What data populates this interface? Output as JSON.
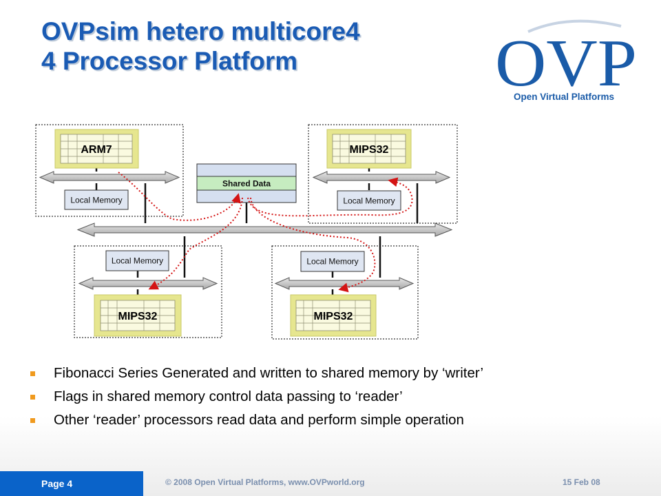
{
  "title": {
    "line1": "OVPsim hetero multicore4",
    "line2": "4 Processor Platform"
  },
  "logo": {
    "mark": "OVP",
    "subtitle": "Open Virtual Platforms"
  },
  "diagram": {
    "processors": [
      {
        "label": "ARM7",
        "memory": "Local Memory"
      },
      {
        "label": "MIPS32",
        "memory": "Local Memory"
      },
      {
        "label": "MIPS32",
        "memory": "Local Memory"
      },
      {
        "label": "MIPS32",
        "memory": "Local Memory"
      }
    ],
    "shared_data": "Shared Data"
  },
  "bullets": [
    "Fibonacci Series Generated and written to shared memory by ‘writer’",
    "Flags in shared memory control data passing to ‘reader’",
    "Other ‘reader’ processors read data and perform simple operation"
  ],
  "footer": {
    "page": "Page 4",
    "copyright": "© 2008 Open Virtual Platforms, www.OVPworld.org",
    "date": "15 Feb 08"
  },
  "colors": {
    "title": "#1a5bb4",
    "bullet": "#f09a1e",
    "footer_bar": "#0a63c9",
    "cpu_fill": "#e6e68f",
    "flow_arrows": "#d41414"
  }
}
